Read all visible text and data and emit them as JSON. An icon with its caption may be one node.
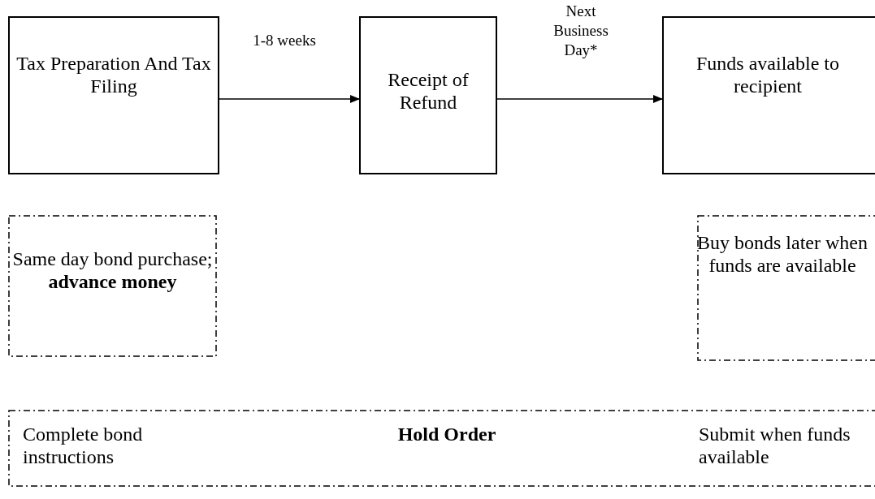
{
  "diagram": {
    "nodes": [
      {
        "text": [
          "Tax Preparation And Tax Filing"
        ]
      },
      {
        "text": [
          "Receipt of Refund"
        ]
      },
      {
        "text": [
          "Funds available to recipient"
        ]
      },
      {
        "text": [
          "Same day bond purchase; **advance money**"
        ]
      },
      {
        "text": [
          "Buy bonds later when funds are available"
        ]
      },
      {
        "text": [
          "Complete bond instructions",
          "Hold Order",
          "Submit when funds available"
        ]
      }
    ],
    "edges": [
      {
        "from": 0,
        "to": 1,
        "arrow": "to",
        "label": "1-8 weeks"
      },
      {
        "from": 1,
        "to": 2,
        "arrow": "to",
        "label": "Next Business Day*"
      }
    ]
  }
}
